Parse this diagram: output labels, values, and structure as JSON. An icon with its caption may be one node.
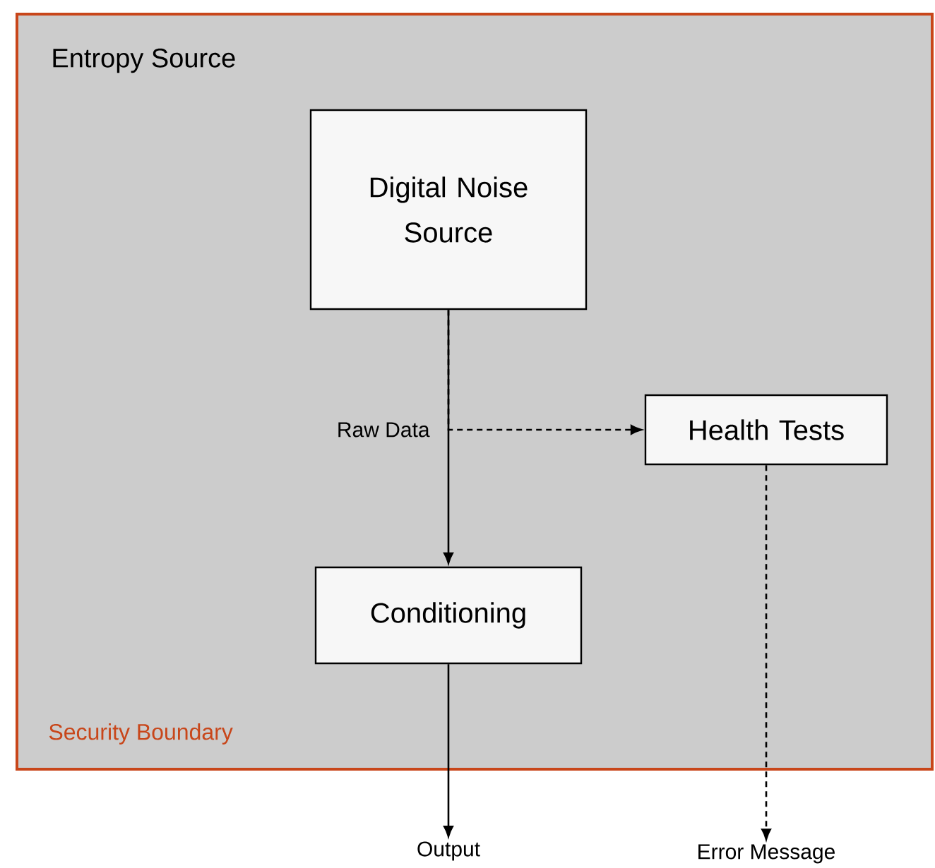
{
  "diagram": {
    "nodes": [
      {
        "text": [
          "Entropy Source",
          "Security Boundary"
        ]
      },
      {
        "text": [
          "Digital Noise Source"
        ],
        "in": 0
      },
      {
        "text": [
          "Health Tests"
        ],
        "in": 0
      },
      {
        "text": [
          "Conditioning"
        ],
        "in": 0
      },
      {
        "text": [
          "Output"
        ]
      },
      {
        "text": [
          "Error Message"
        ]
      }
    ],
    "edges": [
      {
        "from": 1,
        "to": 3,
        "arrow": "to",
        "label": "Raw Data"
      },
      {
        "from": 1,
        "to": 2,
        "arrow": "to",
        "style": "dashed"
      },
      {
        "from": 3,
        "to": 4,
        "arrow": "to"
      },
      {
        "from": 2,
        "to": 5,
        "arrow": "to",
        "style": "dashed"
      }
    ]
  }
}
